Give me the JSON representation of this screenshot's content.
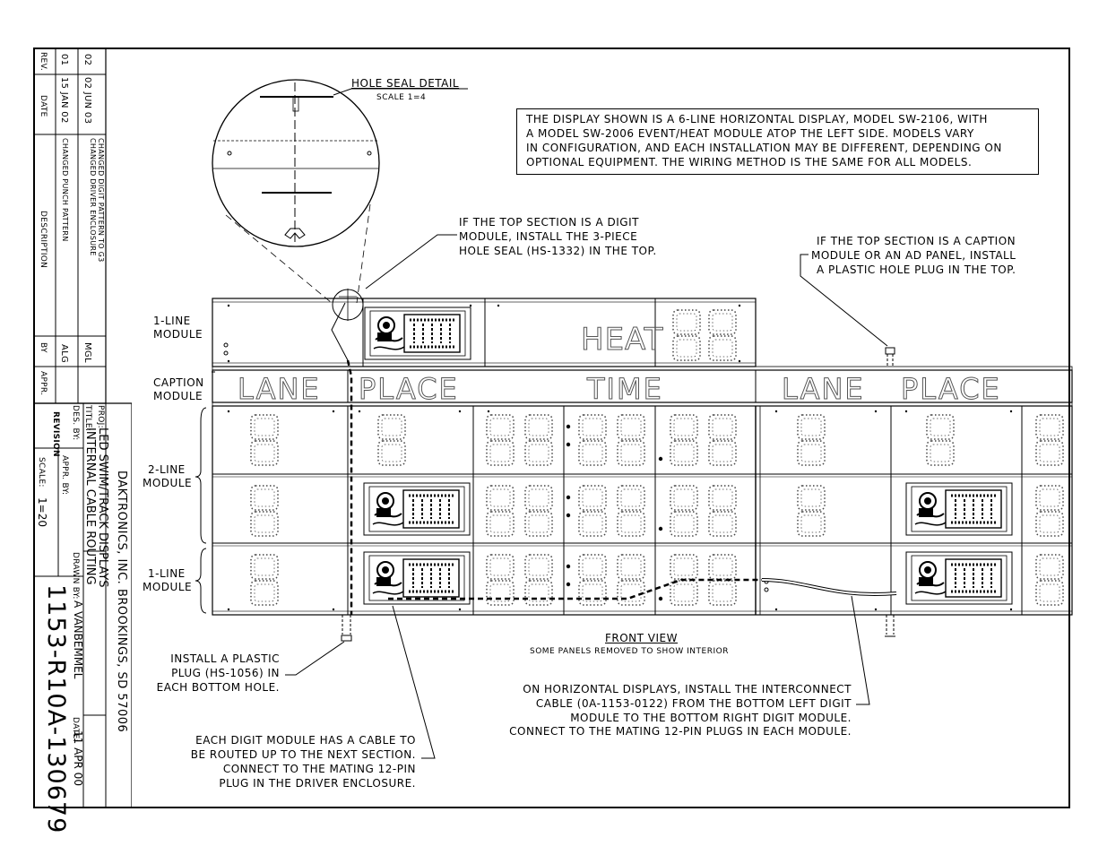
{
  "title_block": {
    "revision_header": {
      "rev": "REV.",
      "date": "DATE",
      "description": "DESCRIPTION",
      "by": "BY",
      "appr": "APPR."
    },
    "revisions": [
      {
        "rev": "01",
        "date": "15 JAN 02",
        "description": "CHANGED PUNCH PATTERN",
        "by": "ALG"
      },
      {
        "rev": "02",
        "date": "02 JUN 03",
        "description_1": "CHANGED DIGIT PATTERN TO G3",
        "description_2": "CHANGED DRIVER ENCLOSURE",
        "by": "MGL"
      }
    ],
    "company": "DAKTRONICS, INC.  BROOKINGS, SD 57006",
    "proj_label": "PROJ:",
    "proj": "LED SWIM/TRACK DISPLAYS",
    "title_label": "TITLE:",
    "title": "INTERNAL CABLE ROUTING",
    "des_by_label": "DES. BY:",
    "drawn_by_label": "DRAWN BY:",
    "drawn_by": "A VANBEMMEL",
    "revision_label": "REVISION",
    "appr_by_label": "APPR. BY:",
    "date_label": "DATE:",
    "date": "11 APR 00",
    "scale_label": "SCALE:",
    "scale": "1=20",
    "drawing_number": "1153-R10A-130679"
  },
  "detail": {
    "title": "HOLE SEAL DETAIL",
    "scale": "SCALE 1=4"
  },
  "notes": {
    "general": [
      "THE DISPLAY SHOWN IS A 6-LINE HORIZONTAL DISPLAY, MODEL SW-2106, WITH",
      "A MODEL SW-2006 EVENT/HEAT MODULE ATOP THE LEFT SIDE.  MODELS VARY",
      "IN CONFIGURATION, AND EACH INSTALLATION MAY BE DIFFERENT, DEPENDING ON",
      "OPTIONAL EQUIPMENT.  THE WIRING METHOD IS THE SAME FOR ALL MODELS."
    ],
    "digit_top": [
      "IF THE TOP SECTION IS A DIGIT",
      "MODULE, INSTALL THE 3-PIECE",
      "HOLE SEAL (HS-1332) IN THE TOP."
    ],
    "caption_top": [
      "IF THE TOP SECTION IS A CAPTION",
      "MODULE OR AN AD PANEL, INSTALL",
      "A PLASTIC HOLE PLUG IN THE TOP."
    ],
    "plug": [
      "INSTALL A PLASTIC",
      "PLUG (HS-1056) IN",
      "EACH BOTTOM HOLE."
    ],
    "cable_up": [
      "EACH DIGIT MODULE HAS A CABLE TO",
      "BE ROUTED UP TO THE NEXT SECTION.",
      "CONNECT TO THE MATING 12-PIN",
      "PLUG IN THE DRIVER ENCLOSURE."
    ],
    "interconnect": [
      "ON HORIZONTAL DISPLAYS, INSTALL THE INTERCONNECT",
      "CABLE (0A-1153-0122) FROM THE BOTTOM LEFT DIGIT",
      "MODULE TO THE BOTTOM RIGHT DIGIT MODULE.",
      "CONNECT TO THE MATING 12-PIN PLUGS IN EACH MODULE."
    ]
  },
  "module_labels": {
    "top_1": [
      "1-LINE",
      "MODULE"
    ],
    "caption": [
      "CAPTION",
      "MODULE"
    ],
    "mid_2": [
      "2-LINE",
      "MODULE"
    ],
    "bottom_1": [
      "1-LINE",
      "MODULE"
    ]
  },
  "display_text": {
    "heat": "HEAT",
    "lane": "LANE",
    "place": "PLACE",
    "time": "TIME",
    "lane_right": "LANE",
    "place_right": "PLACE"
  },
  "view": {
    "title": "FRONT VIEW",
    "subtitle": "SOME PANELS REMOVED TO SHOW INTERIOR"
  }
}
